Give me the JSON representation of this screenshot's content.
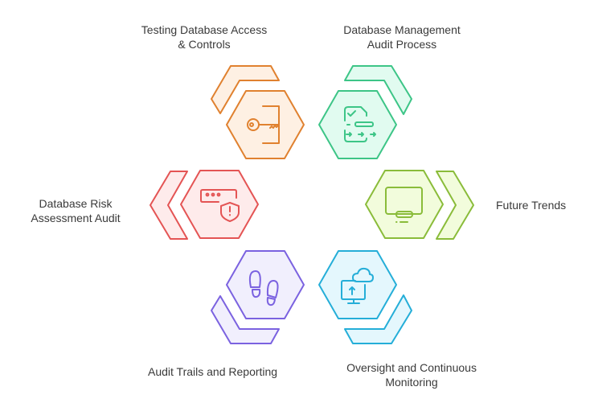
{
  "items": [
    {
      "label": "Testing Database Access\n& Controls",
      "icon": "key-door-icon",
      "stroke": "#E0812F",
      "fill": "#FEF0E3"
    },
    {
      "label": "Database Management\nAudit Process",
      "icon": "checklist-document-icon",
      "stroke": "#3DC587",
      "fill": "#E1FBF0"
    },
    {
      "label": "Future Trends",
      "icon": "monitor-icon",
      "stroke": "#8ABC3A",
      "fill": "#F2FCDC"
    },
    {
      "label": "Oversight and Continuous\nMonitoring",
      "icon": "cloud-upload-monitor-icon",
      "stroke": "#25AED8",
      "fill": "#E4F7FD"
    },
    {
      "label": "Audit Trails and Reporting",
      "icon": "footprints-icon",
      "stroke": "#7B62E0",
      "fill": "#F1EFFD"
    },
    {
      "label": "Database Risk\nAssessment Audit",
      "icon": "password-shield-icon",
      "stroke": "#E45454",
      "fill": "#FEEBEB"
    }
  ]
}
